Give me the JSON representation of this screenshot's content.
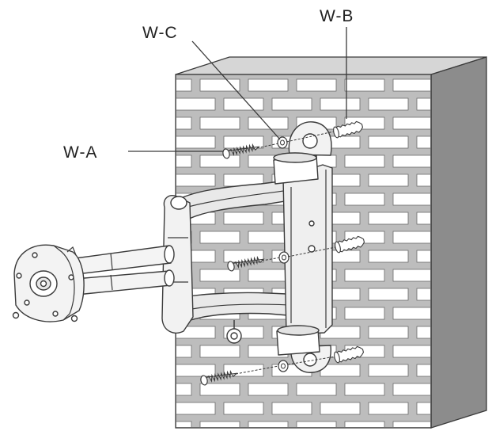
{
  "labels": {
    "wa": "W-A",
    "wb": "W-B",
    "wc": "W-C"
  },
  "colors": {
    "wall_face": "#bdbdbd",
    "wall_top": "#d6d6d6",
    "wall_side": "#8c8c8c",
    "brick": "#ffffff",
    "outline": "#3a3a3a"
  }
}
